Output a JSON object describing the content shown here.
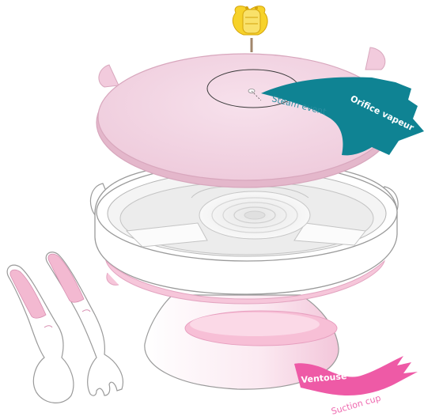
{
  "labels": {
    "steam_fr": "Orifice vapeur",
    "steam_en": "Steam event",
    "suction_fr": "Ventouse",
    "suction_en": "Suction cup"
  },
  "colors": {
    "lid_pink": "#f2d3e1",
    "lid_edge": "#d8a7bd",
    "teal_banner": "#0f8393",
    "steam_text": "#2a8ea0",
    "magenta_banner": "#ee5aa6",
    "suction_text": "#ef6ab0",
    "outline": "#9a9a9a"
  }
}
